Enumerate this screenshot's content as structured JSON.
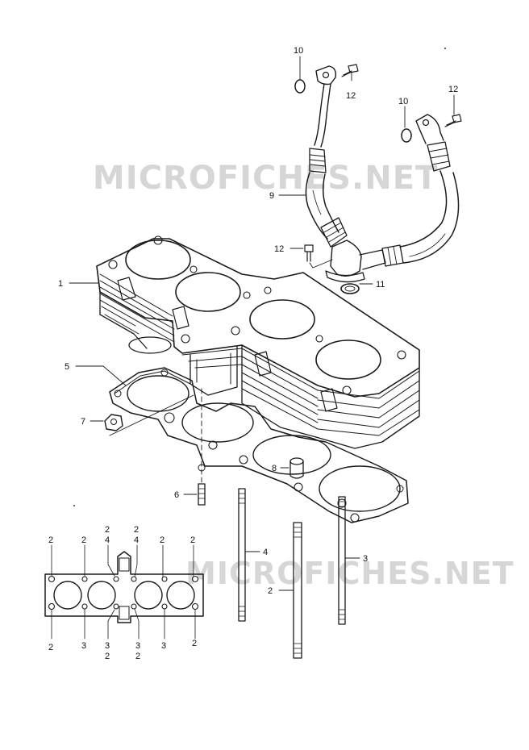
{
  "watermark": "MICROFICHES.NET",
  "callouts": [
    {
      "id": "c1",
      "label": "1"
    },
    {
      "id": "c2",
      "label": "2"
    },
    {
      "id": "c3",
      "label": "3"
    },
    {
      "id": "c4",
      "label": "4"
    },
    {
      "id": "c5",
      "label": "5"
    },
    {
      "id": "c6",
      "label": "6"
    },
    {
      "id": "c7",
      "label": "7"
    },
    {
      "id": "c8",
      "label": "8"
    },
    {
      "id": "c9",
      "label": "9"
    },
    {
      "id": "c10a",
      "label": "10"
    },
    {
      "id": "c10b",
      "label": "10"
    },
    {
      "id": "c11",
      "label": "11"
    },
    {
      "id": "c12a",
      "label": "12"
    },
    {
      "id": "c12b",
      "label": "12"
    },
    {
      "id": "c12c",
      "label": "12"
    }
  ],
  "torque_map": {
    "top": [
      "2",
      "2",
      "2",
      "4",
      "2",
      "4",
      "2",
      "2"
    ],
    "bottom": [
      "2",
      "3",
      "3",
      "2",
      "3",
      "2",
      "3",
      "2"
    ]
  }
}
